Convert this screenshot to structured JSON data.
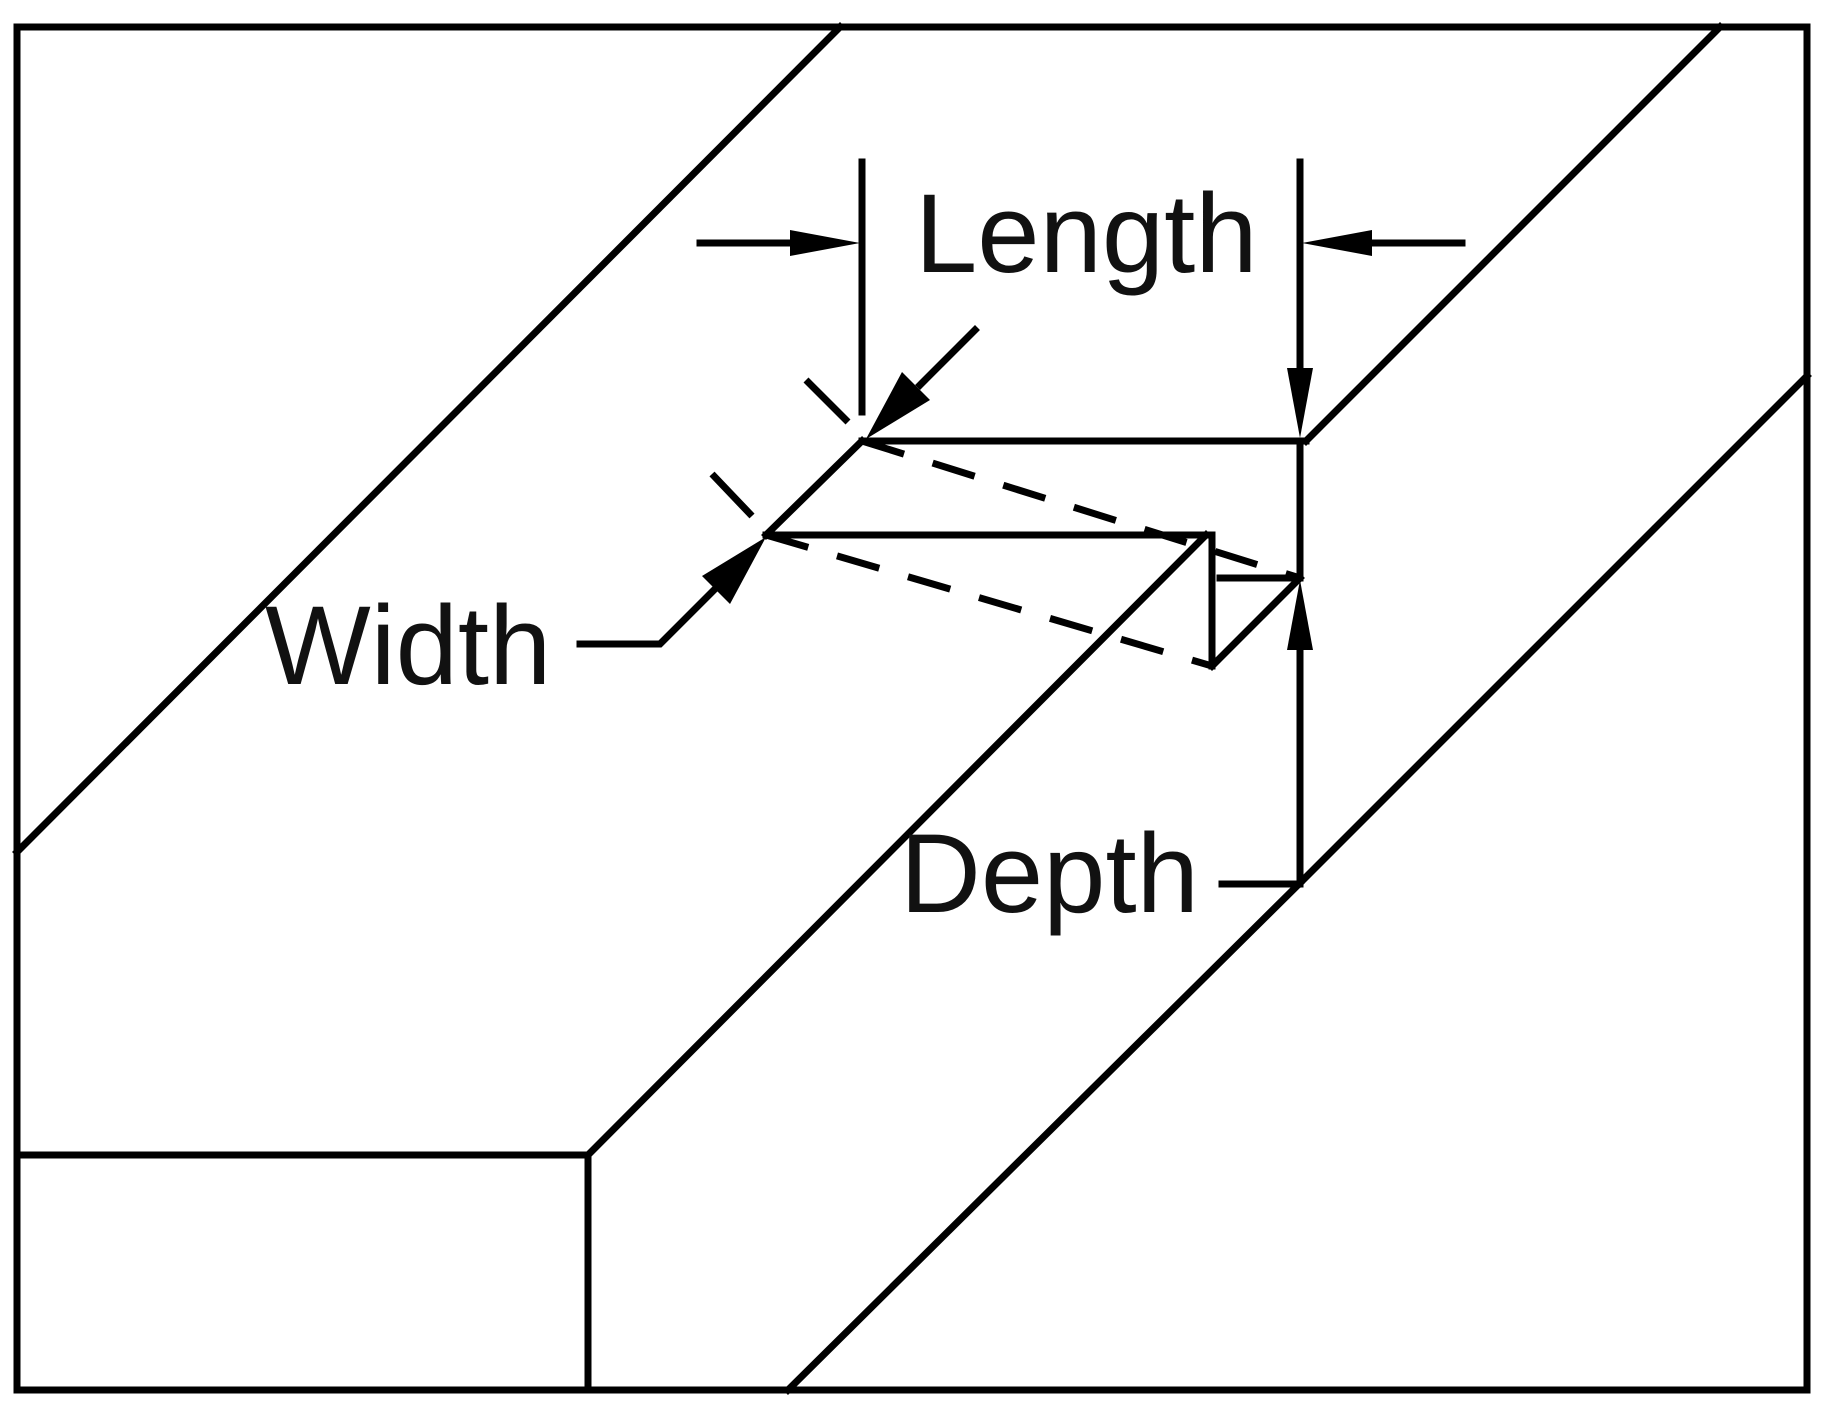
{
  "labels": {
    "length": "Length",
    "width": "Width",
    "depth": "Depth"
  },
  "colors": {
    "line": "#000000",
    "background": "#ffffff",
    "text": "#111111"
  }
}
